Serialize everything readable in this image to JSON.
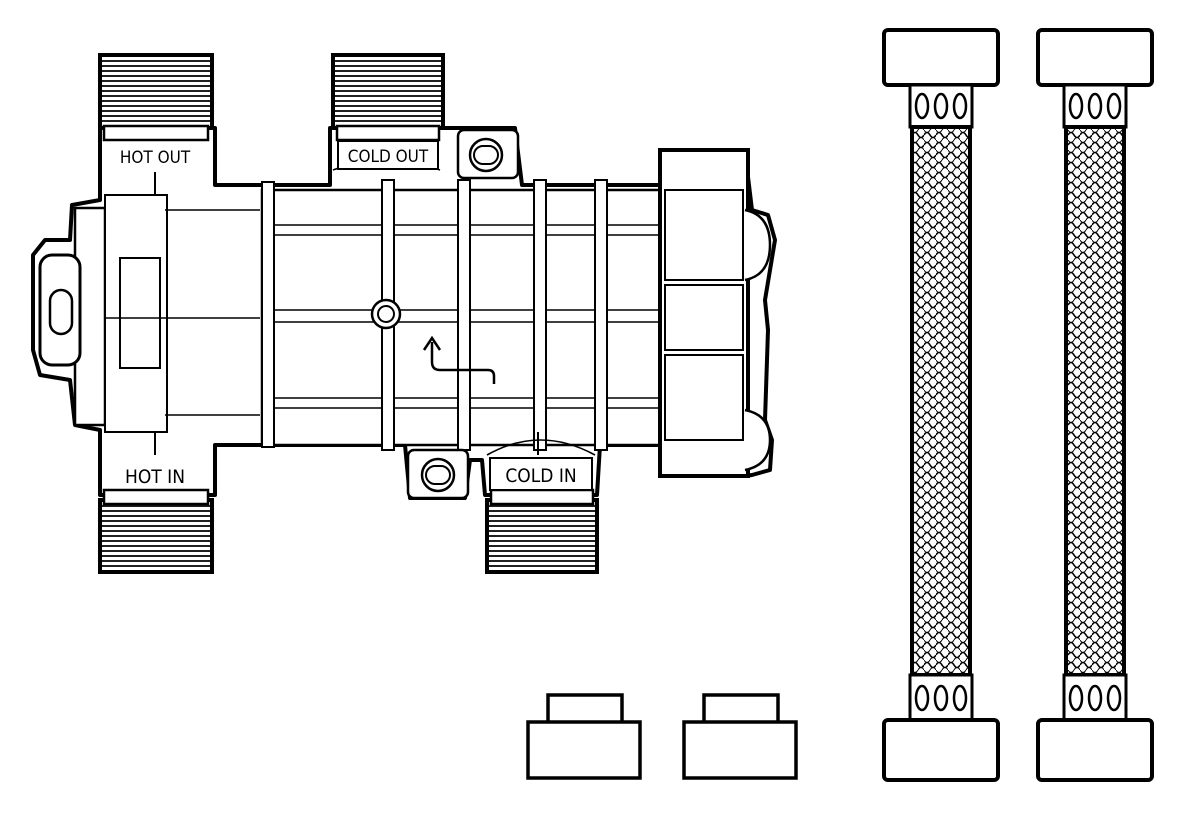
{
  "labels": {
    "hot_out": "HOT OUT",
    "cold_out": "COLD OUT",
    "hot_in": "HOT IN",
    "cold_in": "COLD IN"
  },
  "colors": {
    "line": "#000000",
    "fill": "#ffffff",
    "hose_braid": "#e8e8e8"
  }
}
